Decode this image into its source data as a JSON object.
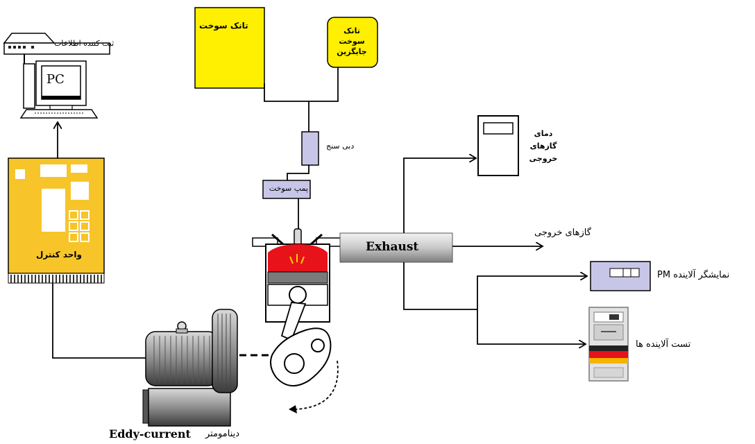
{
  "labels": {
    "data_logger": "ثبت کننده اطلاعات",
    "pc": "PC",
    "control_unit": "واحد کنترل",
    "fuel_tank": "تانک سوخت",
    "alt_fuel_tank": "تانک سوخت جایگزین",
    "flow_meter": "دبی سنج",
    "fuel_pump": "پمپ سوخت",
    "exhaust": "Exhaust",
    "exhaust_temp": "دمای گازهای خروجی",
    "exhaust_gases": "گازهای خروجی",
    "pm_display": "نمایشگر آلاینده PM",
    "pollutant_test": "تست آلاینده ها",
    "dyno_type": "Eddy-current",
    "dyno": "دینامومتر"
  },
  "colors": {
    "tank_yellow": "#ffef00",
    "control_unit": "#f7c52a",
    "sensor_box": "#c8c6e8",
    "combustion_red": "#e8121a",
    "line": "#000000"
  }
}
